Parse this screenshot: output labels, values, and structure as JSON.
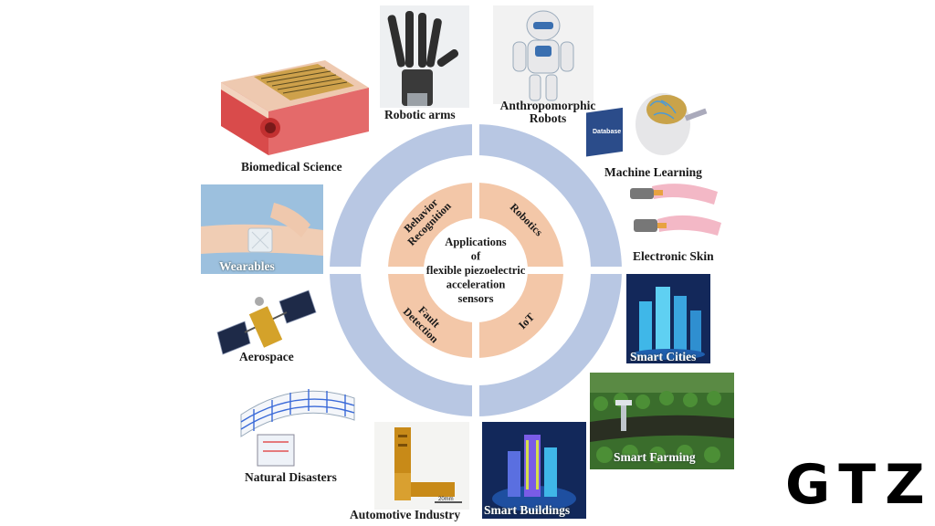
{
  "center": {
    "lines": [
      "Applications",
      "of",
      "flexible piezoelectric",
      "acceleration",
      "sensors"
    ]
  },
  "segments": [
    {
      "id": "behavior",
      "lines": [
        "Behavior",
        "Recognition"
      ]
    },
    {
      "id": "robotics",
      "lines": [
        "Robotics"
      ]
    },
    {
      "id": "fault",
      "lines": [
        "Fault",
        "Detection"
      ]
    },
    {
      "id": "iot",
      "lines": [
        "IoT"
      ]
    }
  ],
  "applications": {
    "robotic_arms": "Robotic arms",
    "anthropomorphic": [
      "Anthropomorphic",
      "Robots"
    ],
    "biomedical": "Biomedical Science",
    "machine_learning": "Machine Learning",
    "database_tag": "Database",
    "wearables": "Wearables",
    "electronic_skin": "Electronic Skin",
    "aerospace": "Aerospace",
    "smart_cities": "Smart Cities",
    "natural_disasters": "Natural Disasters",
    "smart_farming": "Smart Farming",
    "automotive": "Automotive Industry",
    "scale_bar": "20mm",
    "smart_buildings": "Smart Buildings"
  },
  "watermark": "GTZ",
  "colors": {
    "outer_ring": "#b8c7e3",
    "inner_ring": "#f3c7a8",
    "center_fill": "#ffffff",
    "gap": "#ffffff"
  }
}
